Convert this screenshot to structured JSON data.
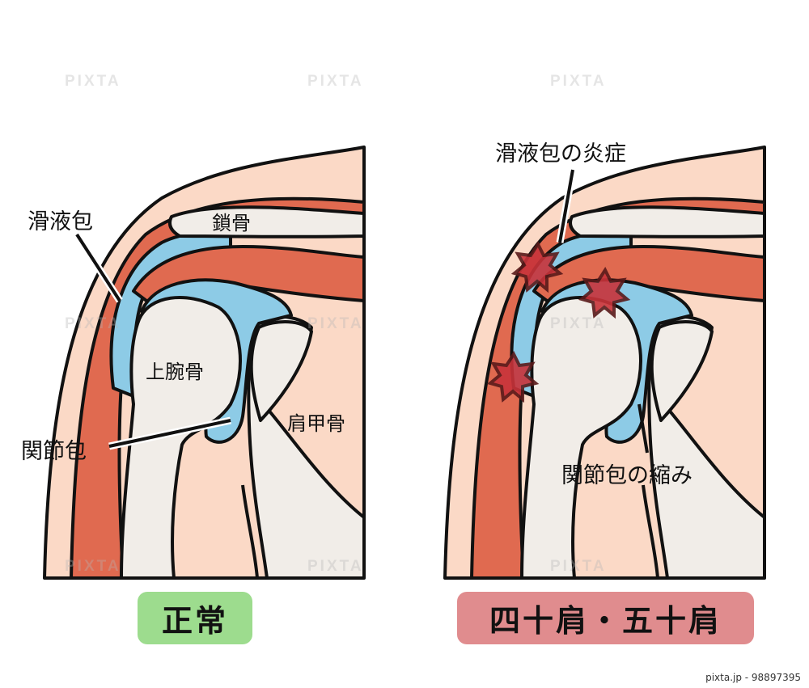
{
  "normal": {
    "labels": {
      "bursa": "滑液包",
      "clavicle": "鎖骨",
      "humerus": "上腕骨",
      "scapula": "肩甲骨",
      "joint_capsule": "関節包"
    },
    "badge": "正常"
  },
  "frozen": {
    "labels": {
      "bursa_inflammation": "滑液包の炎症",
      "capsule_contraction": "関節包の縮み"
    },
    "badge": "四十肩・五十肩"
  },
  "watermark": "PIXTA",
  "credit": "pixta.jp - 98897395",
  "colors": {
    "skin": "#fbd9c6",
    "muscle": "#e06a50",
    "bursa": "#8dcbe6",
    "bone": "#f1ede8",
    "inflammation": "#c8333a",
    "normal_badge": "#9ddc8e",
    "frozen_badge": "#e08c8e"
  }
}
